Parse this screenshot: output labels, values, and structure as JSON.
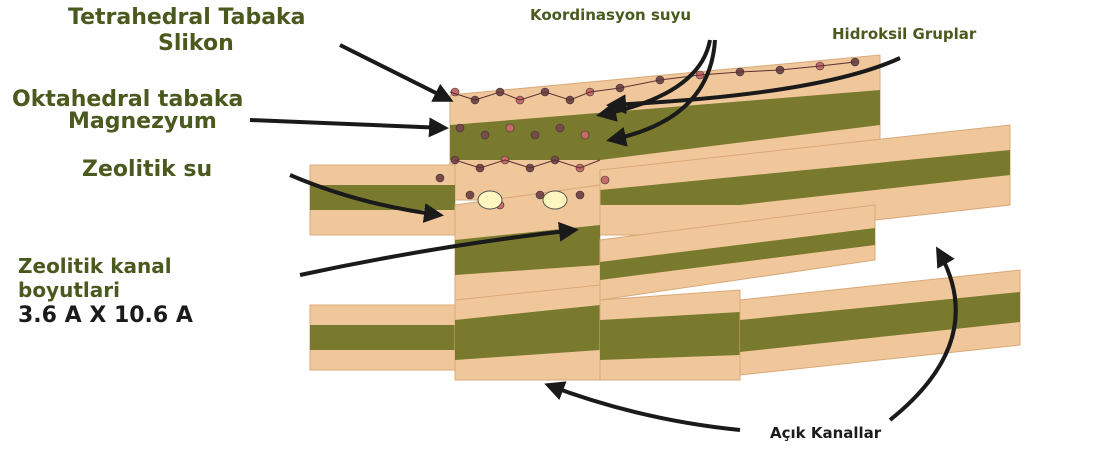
{
  "labels": {
    "tetrahedral_line1": "Tetrahedral Tabaka",
    "tetrahedral_line2": "Slikon",
    "koordinasyon": "Koordinasyon suyu",
    "hidroksil": "Hidroksil Gruplar",
    "oktahedral_line1": "Oktahedral tabaka",
    "oktahedral_line2": "Magnezyum",
    "zeolitik_su": "Zeolitik su",
    "kanal_line1": "Zeolitik kanal",
    "kanal_line2": "boyutlari",
    "kanal_line3": "3.6 A X 10.6 A",
    "acik_kanallar": "Açık Kanallar"
  },
  "colors": {
    "label_green": "#4a5a1f",
    "tan": "#f0c79b",
    "tan_dark": "#d9a877",
    "olive": "#7a7a2e",
    "olive_dark": "#5f6020",
    "arrow": "#1a1a1a"
  }
}
